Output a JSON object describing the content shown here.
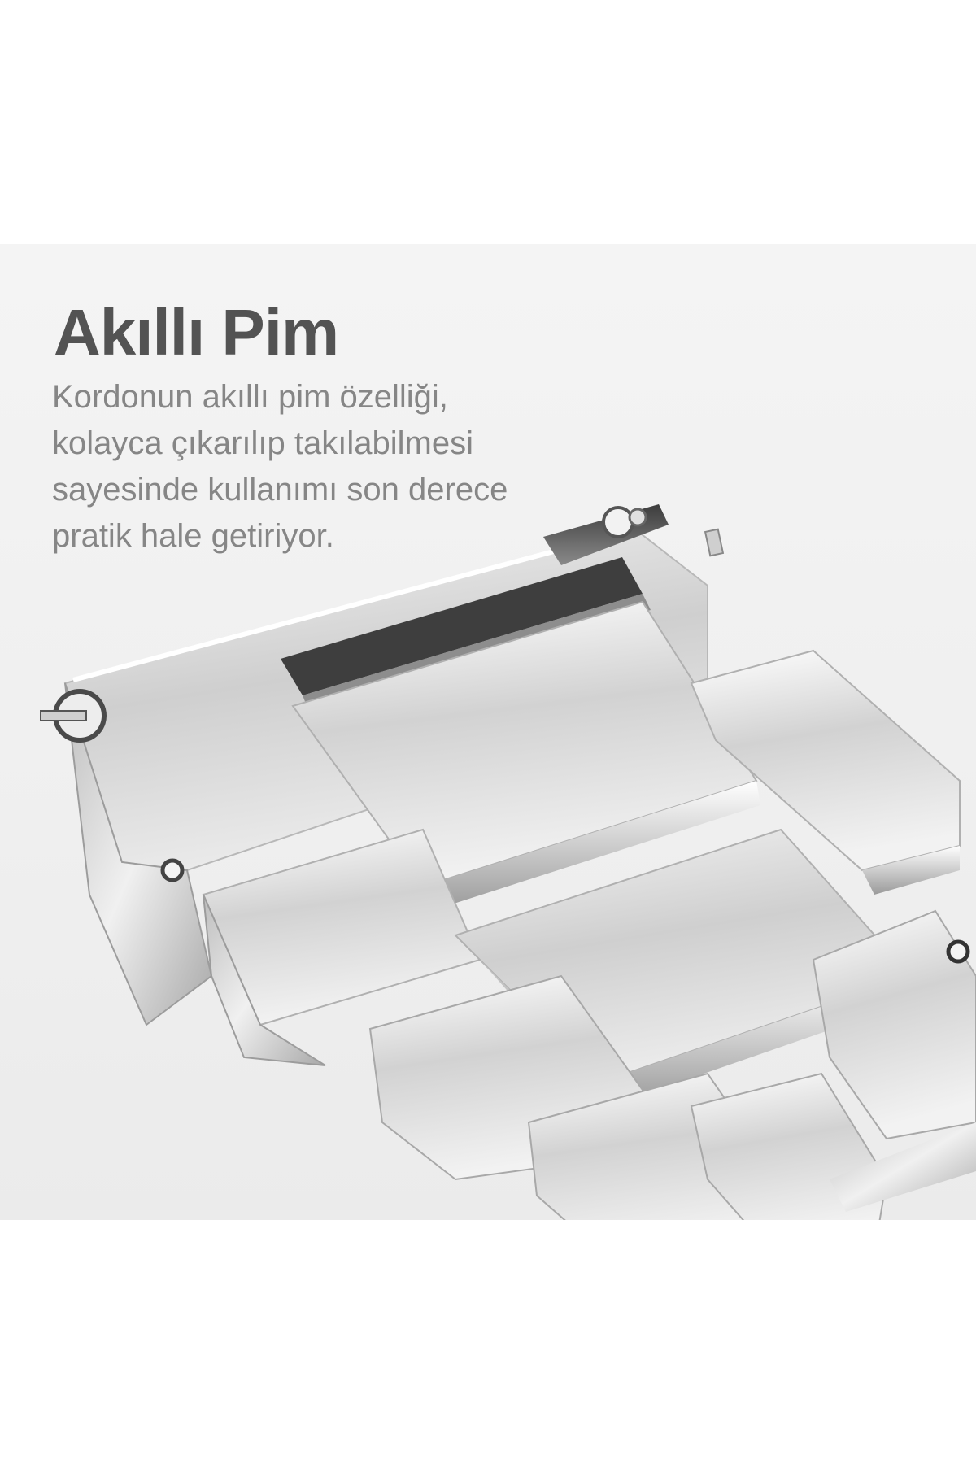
{
  "title": "Akıllı Pim",
  "description_lines": [
    "Kordonun akıllı pim özelliği,",
    "kolayca çıkarılıp takılabilmesi",
    "sayesinde kullanımı son derece",
    "pratik hale getiriyor."
  ],
  "colors": {
    "background": "#ffffff",
    "panel": "#f0f0f0",
    "title": "#535353",
    "description": "#868686",
    "metal": "#d6d6d6"
  },
  "illustration": {
    "subject": "stainless steel watch band links",
    "icon": "watch-band-pin-icon"
  }
}
